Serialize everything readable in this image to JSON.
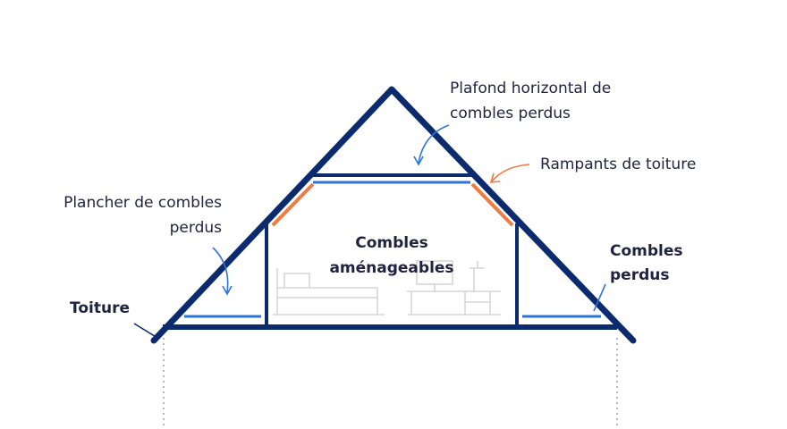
{
  "colors": {
    "structure": "#0c2a6e",
    "insulation": "#2f74d9",
    "rampant": "#f07a3f",
    "furniture": "#d3d3d3",
    "ground": "#b8b8b8",
    "text": "#1f2240"
  },
  "labels": {
    "plafond_line1": "Plafond horizontal de",
    "plafond_line2": "combles perdus",
    "rampants": "Rampants de toiture",
    "plancher_line1": "Plancher de combles",
    "plancher_line2": "perdus",
    "amenageables_line1": "Combles",
    "amenageables_line2": "aménageables",
    "perdus_line1": "Combles",
    "perdus_line2": "perdus",
    "toiture": "Toiture"
  },
  "icons": {
    "bed": "bed-outline-icon",
    "desk": "desk-outline-icon"
  }
}
